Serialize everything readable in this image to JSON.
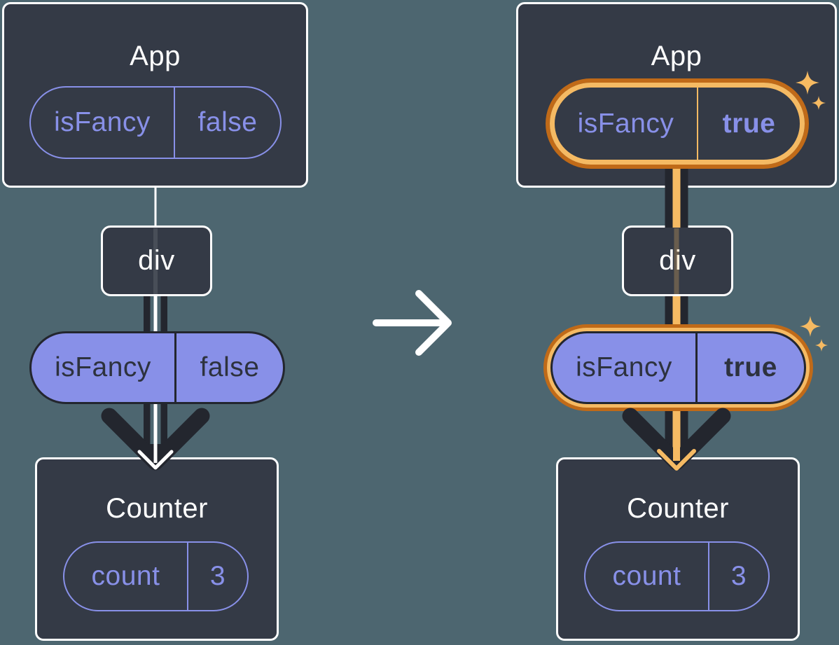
{
  "colors": {
    "background": "#4D6670",
    "box_fill": "#343A46",
    "box_border": "#FFFFFF",
    "purple": "#8890E8",
    "dark_text_on_purple": "#2D323E",
    "arrow_dark": "#23262E",
    "arrow_core_before": "#FFFFFF",
    "arrow_core_after": "#F5BA63",
    "highlight_ring_light": "#F5BA63",
    "highlight_ring_dark": "#C06A18",
    "sparkle": "#F6BA62"
  },
  "icons": {
    "transition": "arrow-right-icon",
    "highlight": "sparkle-icon"
  },
  "before": {
    "app": {
      "title": "App",
      "prop_name": "isFancy",
      "prop_value": "false"
    },
    "div_label": "div",
    "passed_prop": {
      "name": "isFancy",
      "value": "false"
    },
    "counter": {
      "title": "Counter",
      "state_name": "count",
      "state_value": "3"
    }
  },
  "after": {
    "app": {
      "title": "App",
      "prop_name": "isFancy",
      "prop_value": "true"
    },
    "div_label": "div",
    "passed_prop": {
      "name": "isFancy",
      "value": "true"
    },
    "counter": {
      "title": "Counter",
      "state_name": "count",
      "state_value": "3"
    }
  }
}
